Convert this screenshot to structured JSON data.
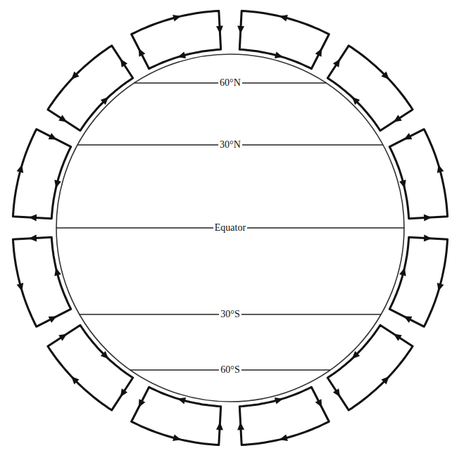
{
  "diagram": {
    "labels": [
      "60°N",
      "30°N",
      "Equator",
      "30°S",
      "60°S"
    ]
  }
}
